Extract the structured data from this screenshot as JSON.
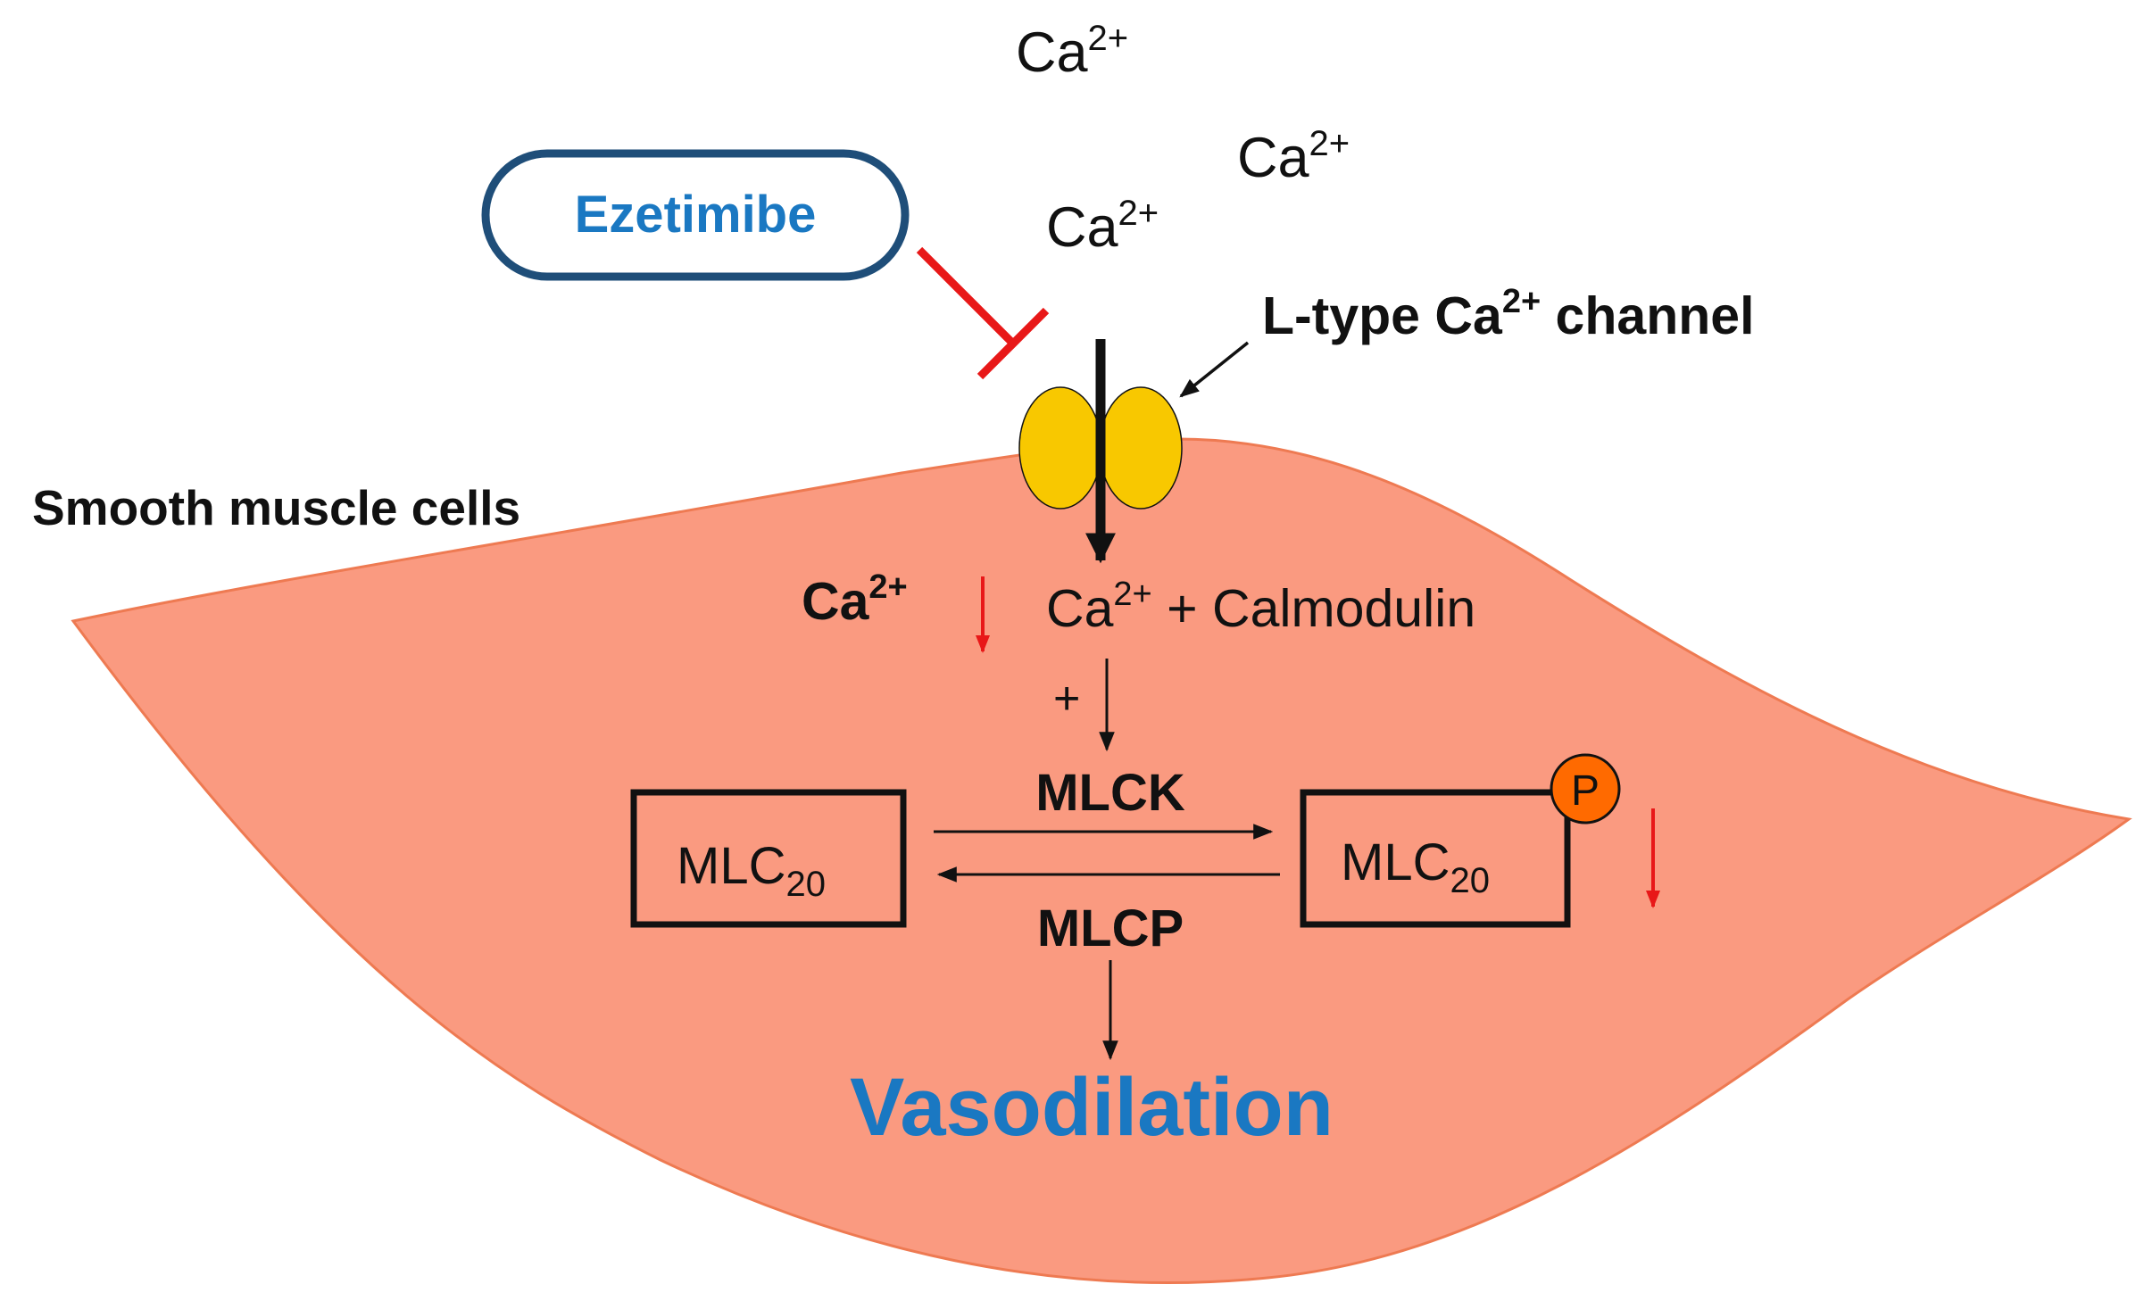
{
  "colors": {
    "cell_fill": "#fa9a80",
    "cell_stroke": "#ee7a52",
    "channel_fill": "#f8c800",
    "drug_border": "#1f4e79",
    "drug_text": "#1a78c2",
    "inhibit": "#e81818",
    "decrease_arrow": "#e81818",
    "phosphate_fill": "#ff6a00",
    "vasodilation_text": "#1a78c2"
  },
  "extracellular": {
    "ions": [
      {
        "base": "Ca",
        "sup": "2+"
      },
      {
        "base": "Ca",
        "sup": "2+"
      },
      {
        "base": "Ca",
        "sup": "2+"
      }
    ]
  },
  "drug": {
    "label": "Ezetimibe"
  },
  "channel": {
    "label_prefix": "L-type Ca",
    "label_sup": "2+",
    "label_suffix": " channel"
  },
  "cell": {
    "label": "Smooth muscle cells"
  },
  "intracellular": {
    "ca_label": {
      "base": "Ca",
      "sup": "2+"
    },
    "complex": {
      "base": "Ca",
      "sup": "2+",
      "suffix": " + Calmodulin"
    },
    "plus_sign": "+",
    "kinase": "MLCK",
    "phosphatase": "MLCP",
    "mlc_left": {
      "base": "MLC",
      "sub": "20"
    },
    "mlc_right": {
      "base": "MLC",
      "sub": "20"
    },
    "phosphate": "P"
  },
  "outcome": {
    "label": "Vasodilation"
  }
}
